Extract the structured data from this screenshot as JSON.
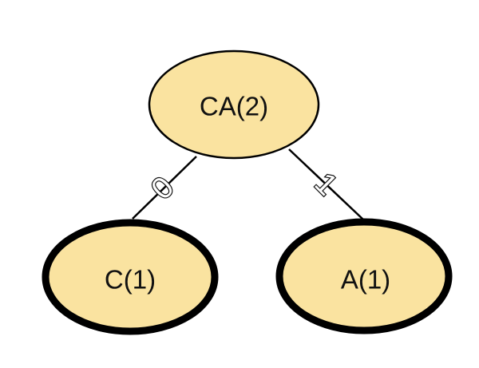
{
  "tree": {
    "root": {
      "label": "CA(2)"
    },
    "children": [
      {
        "label": "C(1)",
        "edge_label": "0",
        "leaf": true
      },
      {
        "label": "A(1)",
        "edge_label": "1",
        "leaf": true
      }
    ]
  },
  "colors": {
    "node_fill": "#fae3a0",
    "node_stroke": "#000000",
    "edge": "#000000",
    "background": "#ffffff"
  }
}
